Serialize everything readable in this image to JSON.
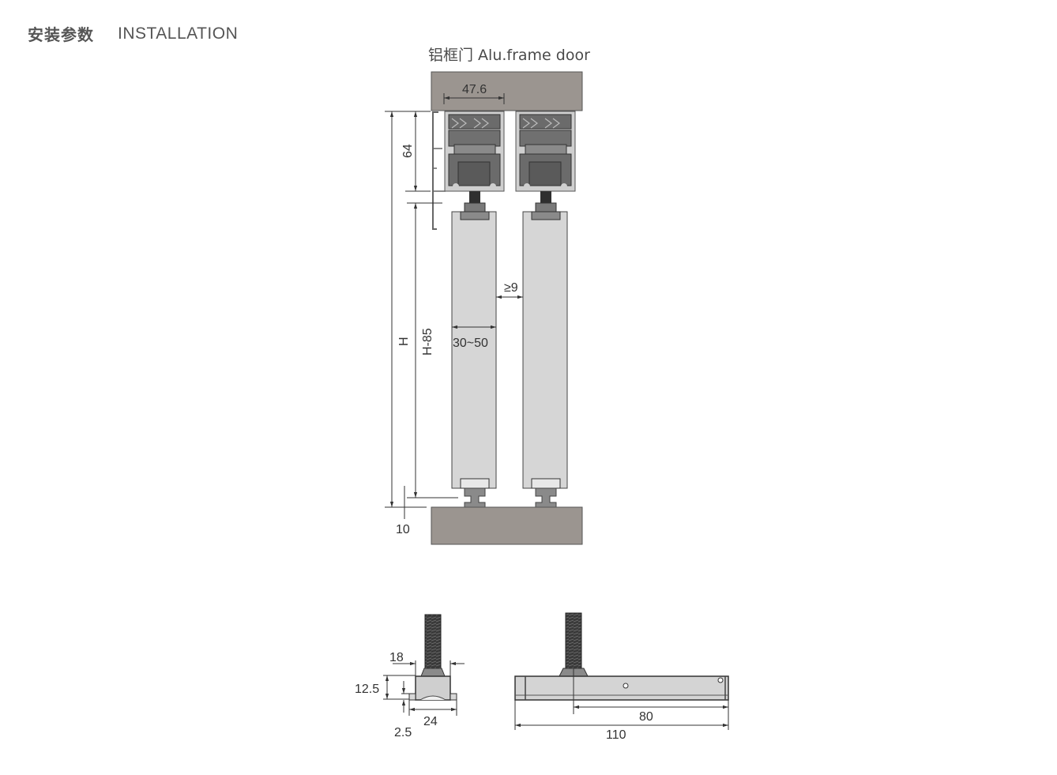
{
  "header": {
    "title_cn": "安装参数",
    "title_en": "INSTALLATION"
  },
  "main_drawing": {
    "caption": "铝框门 Alu.frame door",
    "dimensions": {
      "track_width": "47.6",
      "track_height": "64",
      "total_height": "H",
      "door_height": "H-85",
      "door_thickness": "30~50",
      "door_gap": "≥9",
      "floor_clearance": "10"
    }
  },
  "roller_drawing": {
    "side_view": {
      "width_top": "18",
      "height": "12.5",
      "base_thickness": "2.5",
      "base_width": "24"
    },
    "front_view": {
      "bolt_offset": "80",
      "total_length": "110"
    }
  },
  "colors": {
    "wall": "#9b9590",
    "track_outer": "#cfcfcf",
    "track_inner": "#6b6b6b",
    "door_panel": "#d6d6d6",
    "text": "#4a4a4a"
  }
}
